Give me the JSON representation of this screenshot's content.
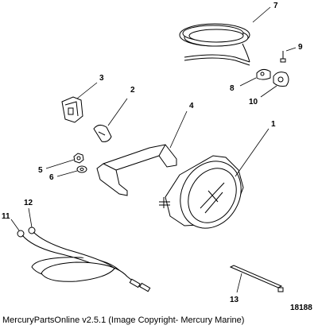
{
  "callouts": {
    "c1": "1",
    "c2": "2",
    "c3": "3",
    "c4": "4",
    "c5": "5",
    "c6": "6",
    "c7": "7",
    "c8": "8",
    "c9": "9",
    "c10": "10",
    "c11": "11",
    "c12": "12",
    "c13": "13"
  },
  "figure_number": "18188",
  "footer": "MercuryPartsOnline v2.5.1 (Image Copyright- Mercury Marine)"
}
